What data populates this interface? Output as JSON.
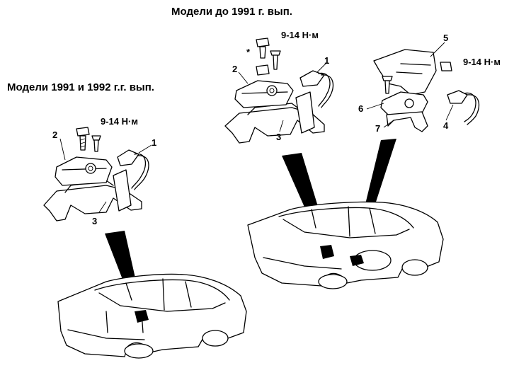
{
  "headings": {
    "top": "Модели до 1991 г. вып.",
    "left": "Модели 1991 и 1992 г.г. вып."
  },
  "left_unit": {
    "torque": "9-14 Н·м",
    "labels": [
      "1",
      "2",
      "3"
    ]
  },
  "middle_unit": {
    "torque": "9-14 Н·м",
    "asterisk": "*",
    "labels": [
      "1",
      "2",
      "3"
    ]
  },
  "right_unit": {
    "torque": "9-14 Н·м",
    "labels": [
      "4",
      "5",
      "6",
      "7"
    ]
  },
  "colors": {
    "line": "#000000",
    "background": "#ffffff"
  }
}
